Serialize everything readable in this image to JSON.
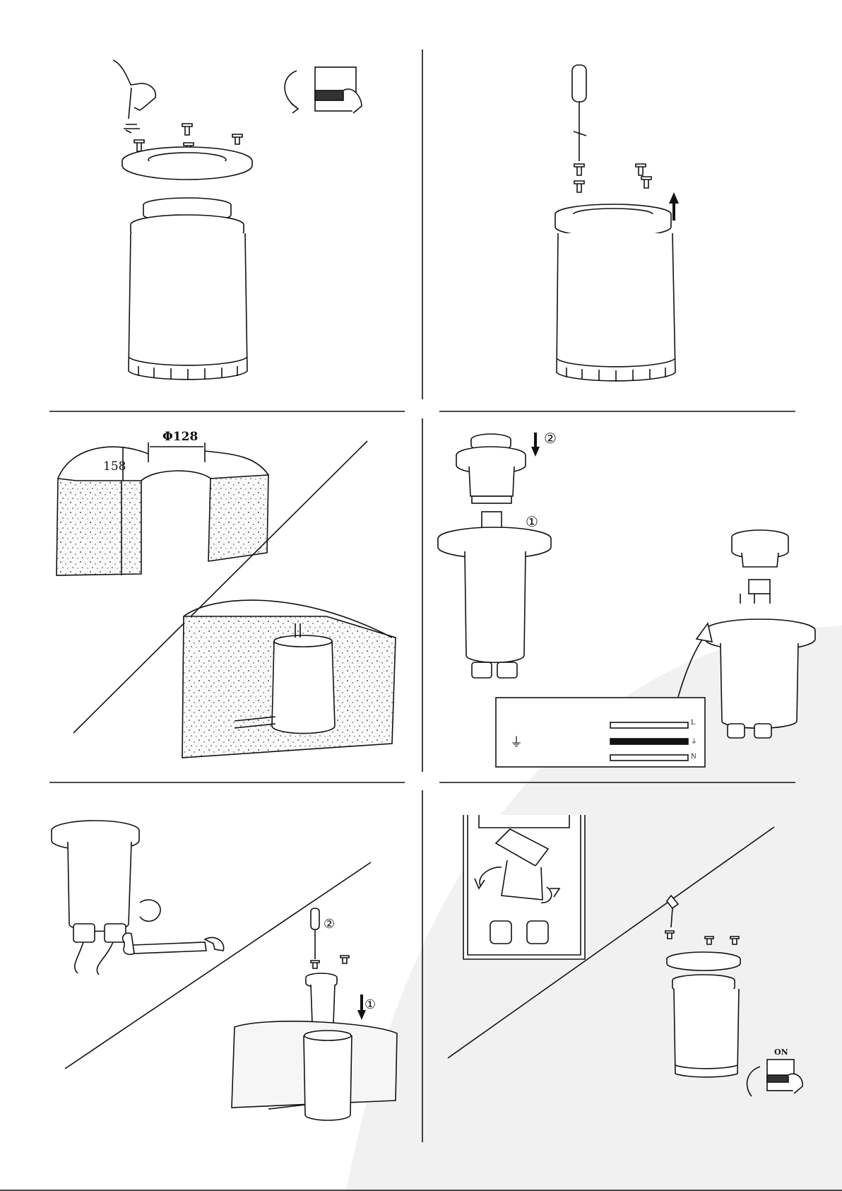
{
  "colors": {
    "background": "#ffffff",
    "line": "#111111",
    "shade": "#f1f1f1",
    "concrete": "#e8e8e8"
  },
  "icons": [
    "hand-icon",
    "switch-icon",
    "screwdriver-icon",
    "wrench-icon",
    "arrow-icon",
    "ground-symbol-icon"
  ],
  "dimensions": {
    "diameter": "Φ128",
    "depth": "158"
  },
  "steps": {
    "one": "①",
    "two": "②"
  },
  "wiring": {
    "ground_symbol": "⏚",
    "wire_l": "L",
    "wire_pe": "⏚",
    "wire_n": "N"
  },
  "switch_on": "ON"
}
